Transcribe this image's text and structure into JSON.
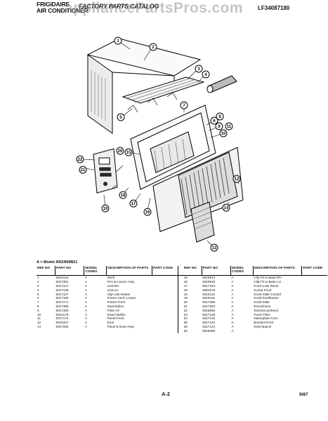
{
  "header": {
    "line1": "FRIGIDAIRE",
    "line2": "AIR CONDITIONER",
    "title": "FACTORY PARTS CATALOG",
    "catalog_number": "LF34087180",
    "watermark": "appliancePartsPros.com"
  },
  "diagram": {
    "callouts": [
      "1",
      "2",
      "3",
      "4",
      "5",
      "6",
      "7",
      "8",
      "9",
      "10",
      "11",
      "12",
      "13",
      "14",
      "15",
      "16",
      "17",
      "18",
      "19",
      "20",
      "21",
      "22"
    ]
  },
  "table": {
    "model_line": "A = Model AR24N9B21",
    "headers": {
      "ref_no": "REF NO",
      "part_no": "PART NO",
      "model_codes": "MODEL CODES",
      "description": "DESCRIPTION OF PARTS",
      "part_code": "PART CODE"
    },
    "left_rows": [
      {
        "ref": "1",
        "part": "5016144",
        "model": "A",
        "desc": "Shell",
        "code": ""
      },
      {
        "ref": "2",
        "part": "5017381",
        "model": "A",
        "desc": "Frm & Louver Assy",
        "code": ""
      },
      {
        "ref": "3",
        "part": "5017147",
        "model": "A",
        "desc": "Link-RH",
        "code": ""
      },
      {
        "ref": "4",
        "part": "5017148",
        "model": "A",
        "desc": "Link-LH",
        "code": ""
      },
      {
        "ref": "5",
        "part": "5017127",
        "model": "A",
        "desc": "Clip-Link Detent",
        "code": ""
      },
      {
        "ref": "6",
        "part": "5017180",
        "model": "A",
        "desc": "Frame-Horiz Louver",
        "code": ""
      },
      {
        "ref": "7",
        "part": "5017171",
        "model": "A",
        "desc": "Frame-Front",
        "code": ""
      },
      {
        "ref": "8",
        "part": "5017358",
        "model": "A",
        "desc": "Seal Nolion",
        "code": ""
      },
      {
        "ref": "9",
        "part": "5017180",
        "model": "A",
        "desc": "Filter-Air",
        "code": ""
      },
      {
        "ref": "10",
        "part": "5016176",
        "model": "A",
        "desc": "Insert-Nuflon",
        "code": ""
      },
      {
        "ref": "11",
        "part": "5017172",
        "model": "A",
        "desc": "Panel-Front",
        "code": ""
      },
      {
        "ref": "12",
        "part": "5016157",
        "model": "A",
        "desc": "Door",
        "code": ""
      },
      {
        "ref": "14",
        "part": "5017325",
        "model": "A",
        "desc": "Panel & Door Assy",
        "code": ""
      }
    ],
    "right_rows": [
      {
        "ref": "15",
        "part": "5010914",
        "model": "A",
        "desc": "Clip-Fit to Base RH",
        "code": ""
      },
      {
        "ref": "16",
        "part": "5010918",
        "model": "A",
        "desc": "Clip-Fit to Base LH",
        "code": ""
      },
      {
        "ref": "17",
        "part": "5017334",
        "model": "A",
        "desc": "Front-Loss Panel",
        "code": ""
      },
      {
        "ref": "18",
        "part": "5001076",
        "model": "A",
        "desc": "Screw-Front",
        "code": ""
      },
      {
        "ref": "18",
        "part": "5016115",
        "model": "A",
        "desc": "Knob-Slide Control",
        "code": ""
      },
      {
        "ref": "19",
        "part": "5016118",
        "model": "A",
        "desc": "Knob-Pushbutton",
        "code": ""
      },
      {
        "ref": "20",
        "part": "5017386",
        "model": "A",
        "desc": "Knob-Slide",
        "code": ""
      },
      {
        "ref": "21",
        "part": "5017340",
        "model": "A",
        "desc": "Escutcheon",
        "code": ""
      },
      {
        "ref": "22",
        "part": "5016056",
        "model": "A",
        "desc": "Seal-Escutcheon",
        "code": ""
      },
      {
        "ref": "23",
        "part": "5017128",
        "model": "A",
        "desc": "Track-Filter",
        "code": ""
      },
      {
        "ref": "24",
        "part": "5017145",
        "model": "A",
        "desc": "Nameplate-Conc",
        "code": ""
      },
      {
        "ref": "25",
        "part": "5017122",
        "model": "A",
        "desc": "Bracket-Front",
        "code": ""
      },
      {
        "ref": "26",
        "part": "5017124",
        "model": "A",
        "desc": "Seal-Spacer",
        "code": ""
      },
      {
        "ref": "26",
        "part": "5016059",
        "model": "A",
        "desc": "",
        "code": ""
      }
    ]
  },
  "footer": {
    "page": "A-2",
    "date": "9/87"
  }
}
